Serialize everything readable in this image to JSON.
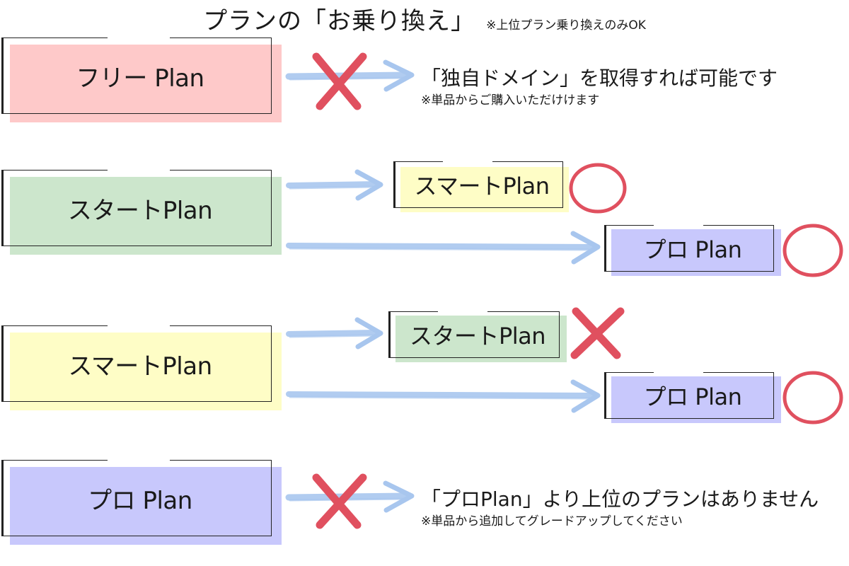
{
  "title": {
    "main": "プランの「お乗り換え」",
    "note": "※上位プラン乗り換えのみOK"
  },
  "rows": {
    "free": {
      "source_label": "フリー Plan",
      "allowed": false,
      "message": "「独自ドメイン」を取得すれば可能です",
      "sub_message": "※単品からご購入いただけけます"
    },
    "start": {
      "source_label": "スタートPlan",
      "targets": [
        {
          "label": "スマートPlan",
          "allowed": true
        },
        {
          "label": "プロ Plan",
          "allowed": true
        }
      ]
    },
    "smart": {
      "source_label": "スマートPlan",
      "targets": [
        {
          "label": "スタートPlan",
          "allowed": false
        },
        {
          "label": "プロ Plan",
          "allowed": true
        }
      ]
    },
    "pro": {
      "source_label": "プロ Plan",
      "allowed": false,
      "message": "「プロPlan」より上位のプランはありません",
      "sub_message": "※単品から追加してグレードアップしてください"
    }
  },
  "colors": {
    "free": "#fec9c9",
    "start": "#cce6cc",
    "smart": "#fefdc6",
    "pro": "#c8c8fc",
    "arrow": "#a8c6ee",
    "mark": "#e0505f"
  }
}
